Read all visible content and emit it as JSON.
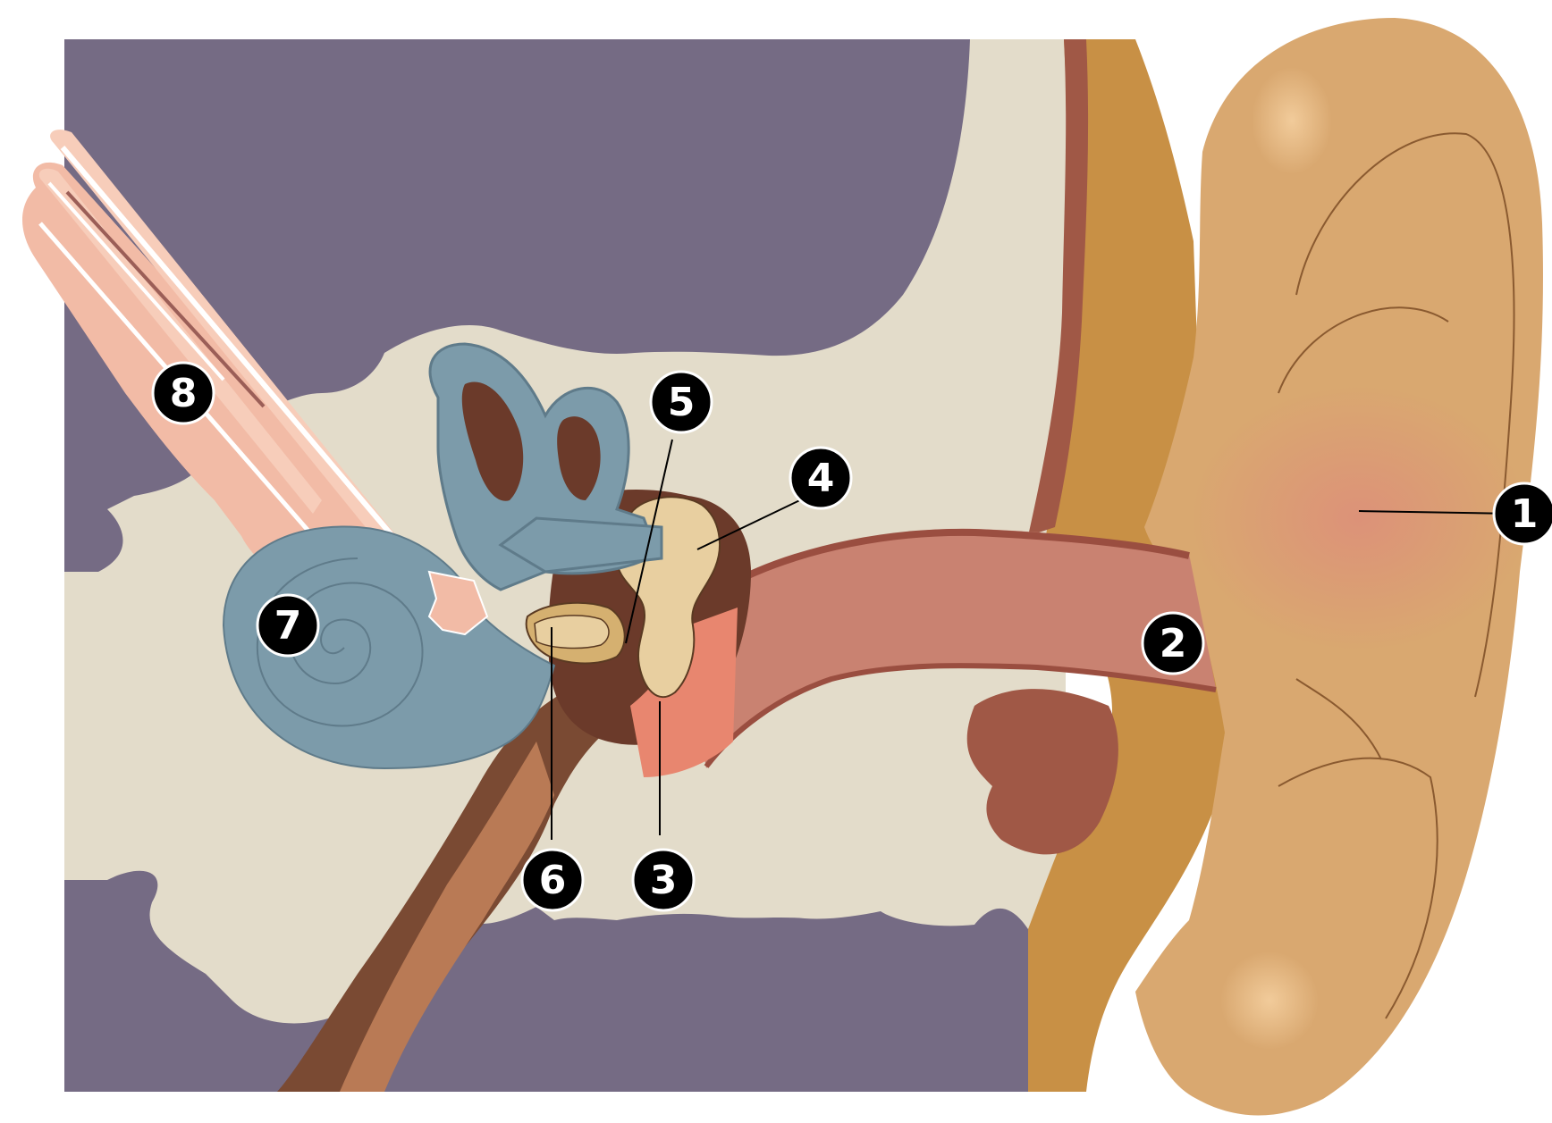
{
  "diagram": {
    "markers": [
      {
        "id": "1",
        "label": "1"
      },
      {
        "id": "2",
        "label": "2"
      },
      {
        "id": "3",
        "label": "3"
      },
      {
        "id": "4",
        "label": "4"
      },
      {
        "id": "5",
        "label": "5"
      },
      {
        "id": "6",
        "label": "6"
      },
      {
        "id": "7",
        "label": "7"
      },
      {
        "id": "8",
        "label": "8"
      }
    ]
  },
  "colors": {
    "background_slate": "#756B84",
    "bone_cream": "#E3DCCA",
    "skin_tan": "#D9A870",
    "cartilage_orange": "#C89045",
    "canal_dark": "#A05846",
    "canal_light": "#C98271",
    "labyrinth_blue": "#7C9BAA",
    "labyrinth_dark": "#6C8798",
    "vestibule_brown": "#6B3A2A",
    "nerve_pink": "#F2BBA6",
    "eardrum_salmon": "#E8866F",
    "ossicle_cream": "#E8CFA0",
    "eustachian_brown": "#7A4A33",
    "marker_fill": "#000000",
    "marker_text": "#FFFFFF"
  }
}
